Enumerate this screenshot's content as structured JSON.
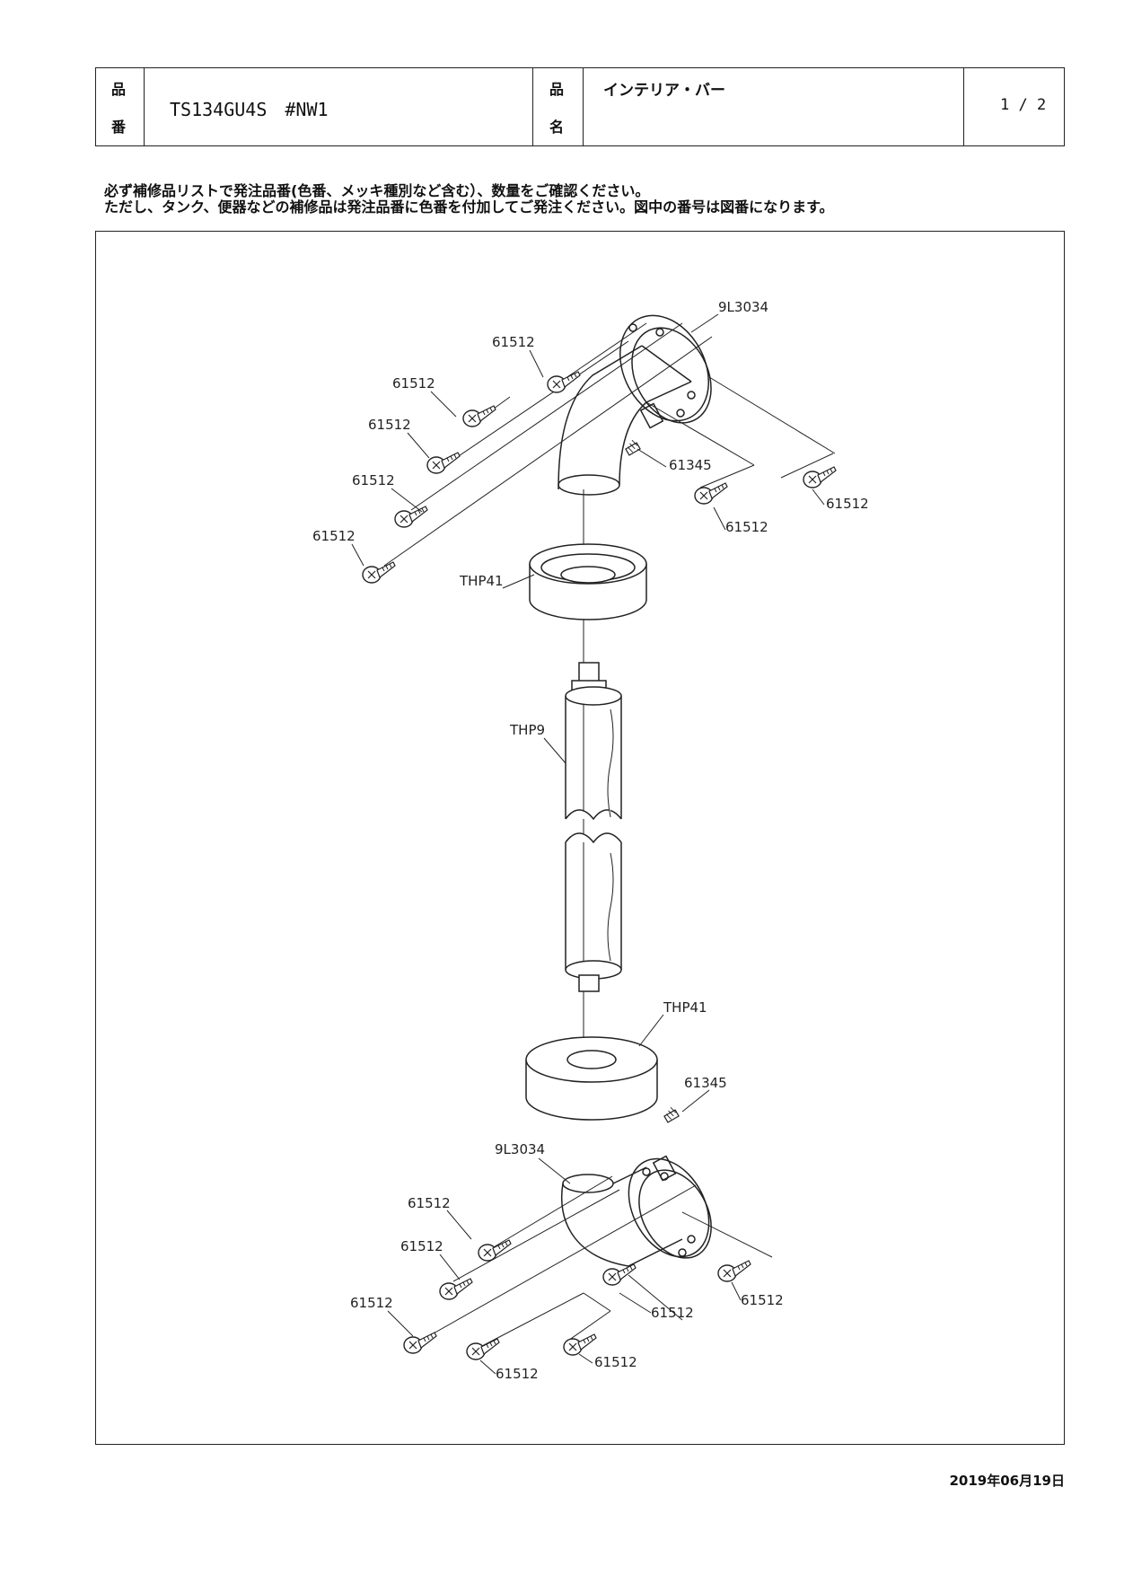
{
  "header": {
    "part_number_label_1": "品",
    "part_number_label_2": "番",
    "part_number": "TS134GU4S　#NW1",
    "part_name_label_1": "品",
    "part_name_label_2": "名",
    "part_name": "インテリア・バー",
    "page": "1 / 2"
  },
  "notes": {
    "line1": "必ず補修品リストで発注品番(色番、メッキ種別など含む）、数量をご確認ください。",
    "line2": "ただし、タンク、便器などの補修品は発注品番に色番を付加してご発注ください。図中の番号は図番になります。"
  },
  "diagram": {
    "labels": {
      "flange_top": "9L3034",
      "screw": "61512",
      "setscrew_top": "61345",
      "cover_top": "THP41",
      "bar": "THP9",
      "cover_bottom": "THP41",
      "setscrew_bottom": "61345",
      "flange_bottom": "9L3034"
    }
  },
  "footer": {
    "date": "2019年06月19日"
  }
}
